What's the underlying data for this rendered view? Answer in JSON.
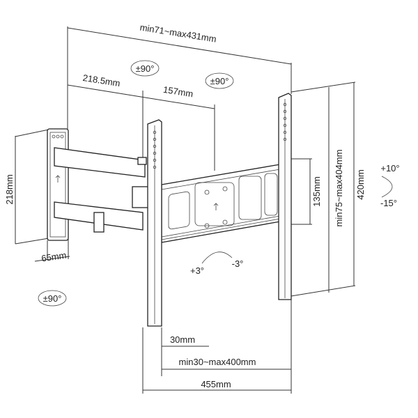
{
  "labels": {
    "arm_extension": "min71~max431mm",
    "swivel_top_left": "±90°",
    "swivel_top_right": "±90°",
    "swivel_bottom_left": "±90°",
    "arm1_length": "218.5mm",
    "arm2_length": "157mm",
    "wall_plate_height": "218mm",
    "wall_plate_width": "65mm",
    "crossbar_height": "135mm",
    "vesa_vertical": "min75~max404mm",
    "rail_height": "420mm",
    "tilt_up": "+10°",
    "tilt_down": "-15°",
    "rotate_plus": "+3°",
    "rotate_minus": "-3°",
    "rail_width": "30mm",
    "vesa_horizontal": "min30~max400mm",
    "overall_width": "455mm"
  }
}
